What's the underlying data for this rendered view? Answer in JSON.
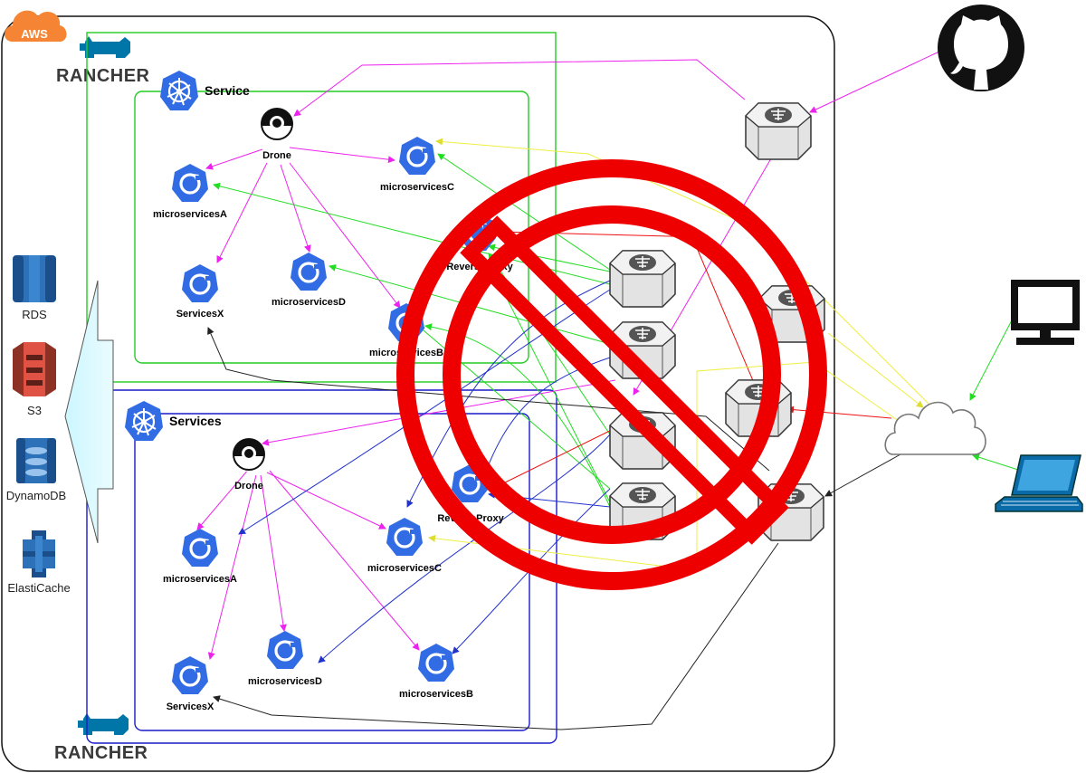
{
  "cloud_provider": {
    "label": "AWS",
    "color": "#f58534"
  },
  "rancher": {
    "label": "RANCHER",
    "icon": "rancher-cow-icon"
  },
  "aws_services": [
    {
      "label": "RDS",
      "icon": "rds-icon"
    },
    {
      "label": "S3",
      "icon": "s3-bucket-icon"
    },
    {
      "label": "DynamoDB",
      "icon": "dynamodb-icon"
    },
    {
      "label": "ElastiCache",
      "icon": "elasticache-icon"
    }
  ],
  "cluster_top": {
    "title": "Service",
    "border_color": "#22cc22",
    "nodes": {
      "drone": "Drone",
      "microservicesA": "microservicesA",
      "microservicesB": "microservicesB",
      "microservicesC": "microservicesC",
      "microservicesD": "microservicesD",
      "servicesX": "ServicesX",
      "reverseProxy": "ReverseProxy"
    }
  },
  "cluster_bottom": {
    "title": "Services",
    "border_color": "#1a1acc",
    "nodes": {
      "drone": "Drone",
      "microservicesA": "microservicesA",
      "microservicesB": "microservicesB",
      "microservicesC": "microservicesC",
      "microservicesD": "microservicesD",
      "servicesX": "ServicesX",
      "reverseProxy": "ReverseProxy"
    }
  },
  "external": {
    "source_repo_icon": "github-icon",
    "internet_icon": "cloud-icon",
    "clients": [
      "desktop-monitor-icon",
      "laptop-icon"
    ],
    "load_balancer_icon": "load-balancer-icon"
  },
  "overlay": {
    "icon": "prohibited-icon",
    "color": "#ff0000"
  },
  "colors": {
    "kubernetes": "#326ce5",
    "drone_edges": "#ee22ee",
    "green_edges": "#22dd22",
    "blue_edges": "#2233cc",
    "red_edges": "#ee1111",
    "yellow_edges": "#eeee44",
    "black_edges": "#222222"
  }
}
